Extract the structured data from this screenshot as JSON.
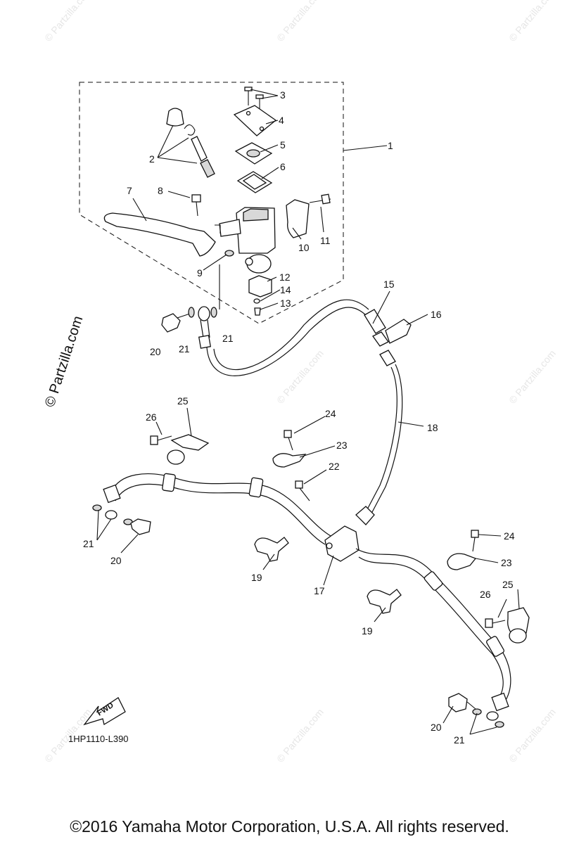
{
  "diagram": {
    "code": "1HP1110-L390",
    "brand_watermark": "© Partzilla.com",
    "fwd_label": "FWD",
    "watermark_text": "© Partzilla.com",
    "callouts": [
      "1",
      "2",
      "3",
      "4",
      "5",
      "6",
      "7",
      "8",
      "9",
      "10",
      "11",
      "12",
      "13",
      "14",
      "15",
      "16",
      "17",
      "18",
      "19",
      "19",
      "20",
      "20",
      "20",
      "21",
      "21",
      "21",
      "21",
      "21",
      "22",
      "23",
      "23",
      "24",
      "24",
      "25",
      "25",
      "26",
      "26"
    ]
  },
  "footer": {
    "copyright": "©2016 Yamaha Motor Corporation, U.S.A. All rights reserved."
  }
}
